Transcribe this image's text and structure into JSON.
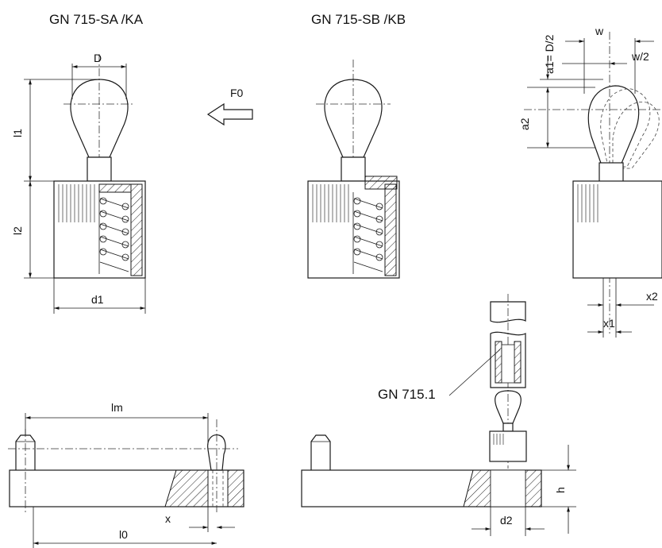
{
  "titles": {
    "left": "GN 715-SA /KA",
    "center": "GN 715-SB /KB",
    "callout": "GN 715.1"
  },
  "dimensions": {
    "D": "D",
    "l1": "l1",
    "l2": "l2",
    "d1": "d1",
    "F0": "F0",
    "w": "w",
    "w_half": "w/2",
    "a1": "a1= D/2",
    "a2": "a2",
    "x1": "x1",
    "x2": "x2",
    "lm": "lm",
    "l0": "l0",
    "x": "x",
    "h": "h",
    "d2": "d2"
  }
}
